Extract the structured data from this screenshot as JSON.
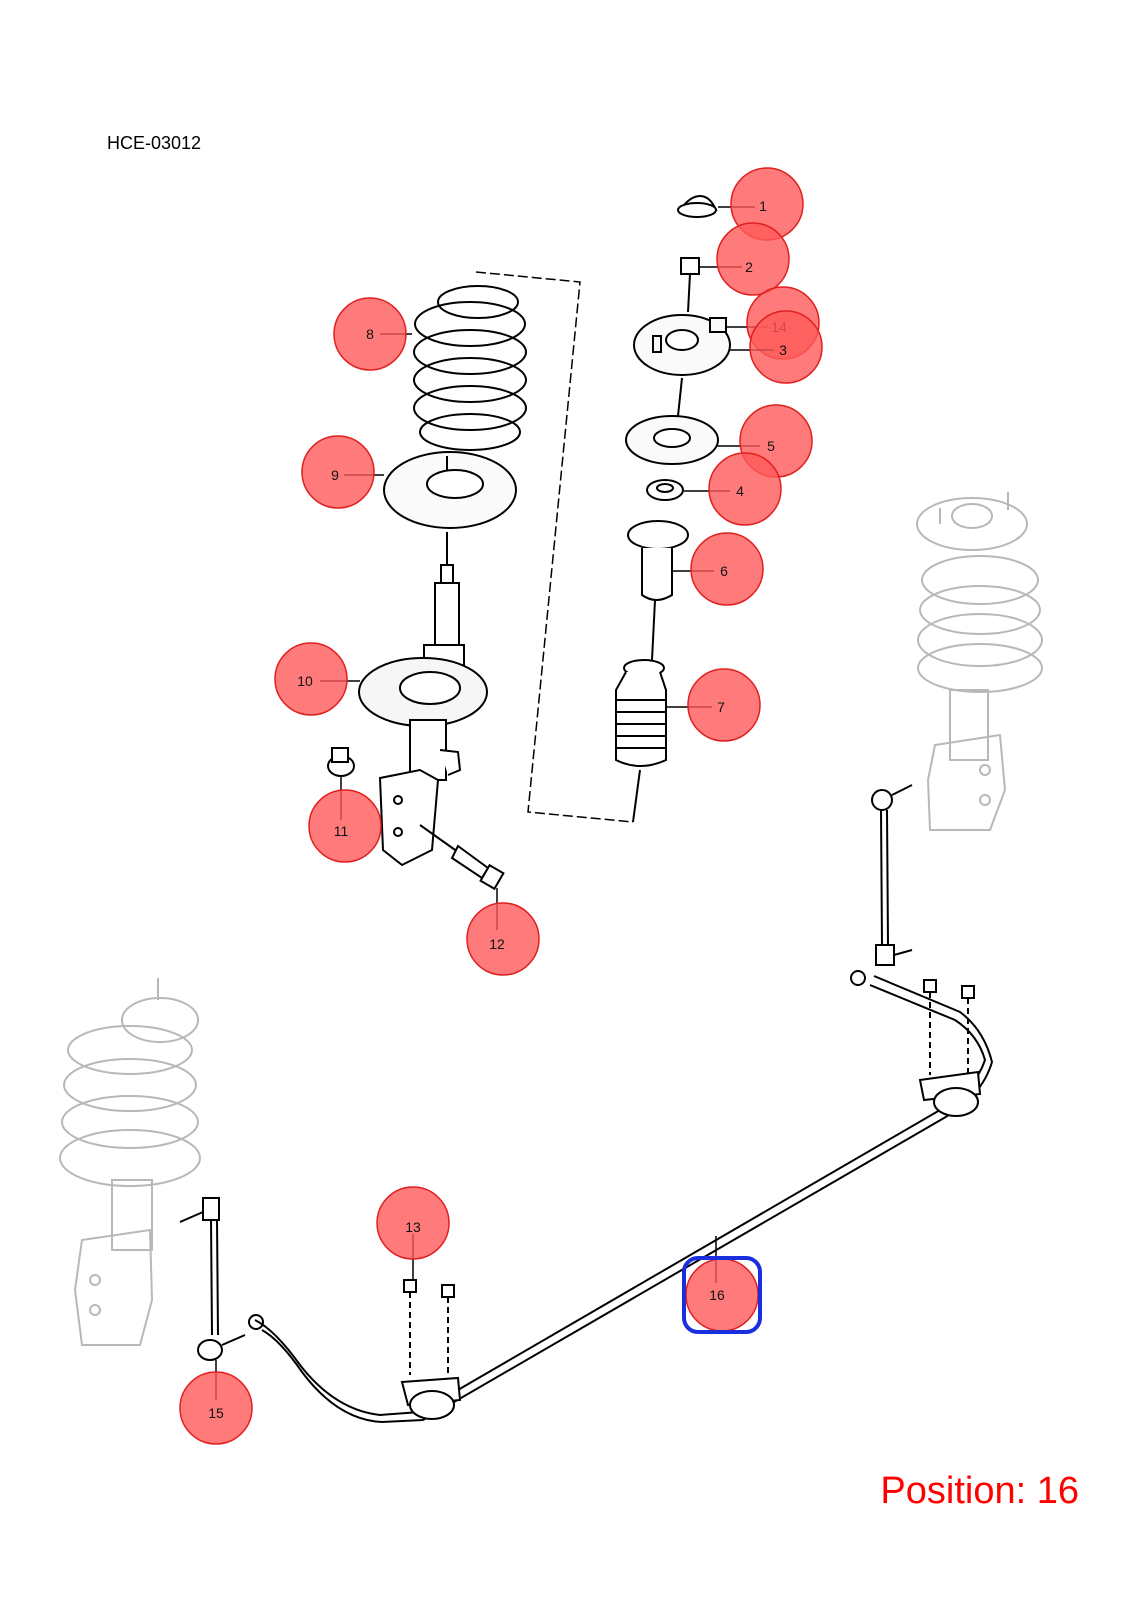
{
  "diagram_code": "HCE-03012",
  "position_label": "Position: 16",
  "selected_part": "16",
  "colors": {
    "callout_fill": "#ff5a5a",
    "callout_stroke": "#e02020",
    "selection": "#1a2ee0",
    "position_text": "#ff0000"
  },
  "callouts": [
    {
      "id": "1",
      "label": "1"
    },
    {
      "id": "2",
      "label": "2"
    },
    {
      "id": "14",
      "label": "14"
    },
    {
      "id": "3",
      "label": "3"
    },
    {
      "id": "5",
      "label": "5"
    },
    {
      "id": "4",
      "label": "4"
    },
    {
      "id": "6",
      "label": "6"
    },
    {
      "id": "7",
      "label": "7"
    },
    {
      "id": "8",
      "label": "8"
    },
    {
      "id": "9",
      "label": "9"
    },
    {
      "id": "10",
      "label": "10"
    },
    {
      "id": "11",
      "label": "11"
    },
    {
      "id": "12",
      "label": "12"
    },
    {
      "id": "13",
      "label": "13"
    },
    {
      "id": "16",
      "label": "16"
    },
    {
      "id": "15",
      "label": "15"
    }
  ]
}
